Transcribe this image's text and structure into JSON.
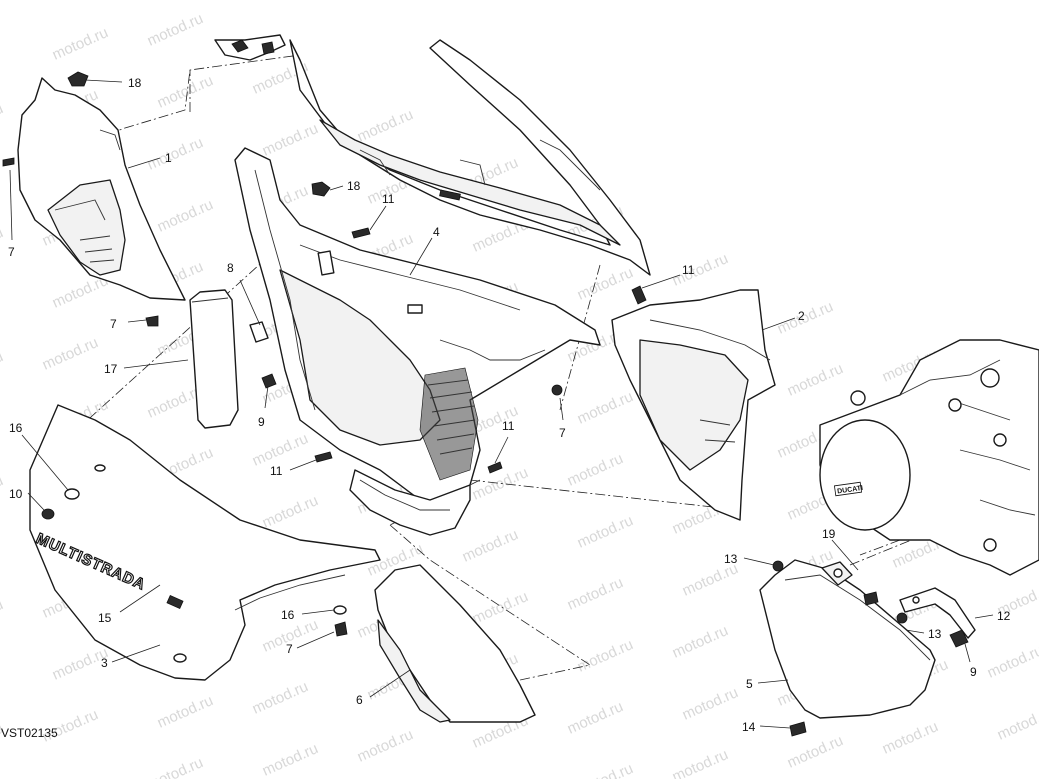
{
  "diagram": {
    "code": "VST02135",
    "watermark": "motod.ru",
    "logo_text": "MULTISTRADA",
    "engine_brand": "DUCATI",
    "labels": [
      {
        "id": "l18a",
        "text": "18"
      },
      {
        "id": "l1",
        "text": "1"
      },
      {
        "id": "l7a",
        "text": "7"
      },
      {
        "id": "l18b",
        "text": "18"
      },
      {
        "id": "l11a",
        "text": "11"
      },
      {
        "id": "l4",
        "text": "4"
      },
      {
        "id": "l11b",
        "text": "11"
      },
      {
        "id": "l8",
        "text": "8"
      },
      {
        "id": "l2",
        "text": "2"
      },
      {
        "id": "l7b",
        "text": "7"
      },
      {
        "id": "l17",
        "text": "17"
      },
      {
        "id": "l9a",
        "text": "9"
      },
      {
        "id": "l7c",
        "text": "7"
      },
      {
        "id": "l11c",
        "text": "11"
      },
      {
        "id": "l11d",
        "text": "11"
      },
      {
        "id": "l16a",
        "text": "16"
      },
      {
        "id": "l10",
        "text": "10"
      },
      {
        "id": "l19",
        "text": "19"
      },
      {
        "id": "l13a",
        "text": "13"
      },
      {
        "id": "l15",
        "text": "15"
      },
      {
        "id": "l16b",
        "text": "16"
      },
      {
        "id": "l12",
        "text": "12"
      },
      {
        "id": "l13b",
        "text": "13"
      },
      {
        "id": "l7d",
        "text": "7"
      },
      {
        "id": "l3",
        "text": "3"
      },
      {
        "id": "l9b",
        "text": "9"
      },
      {
        "id": "l5",
        "text": "5"
      },
      {
        "id": "l6",
        "text": "6"
      },
      {
        "id": "l14",
        "text": "14"
      }
    ]
  }
}
